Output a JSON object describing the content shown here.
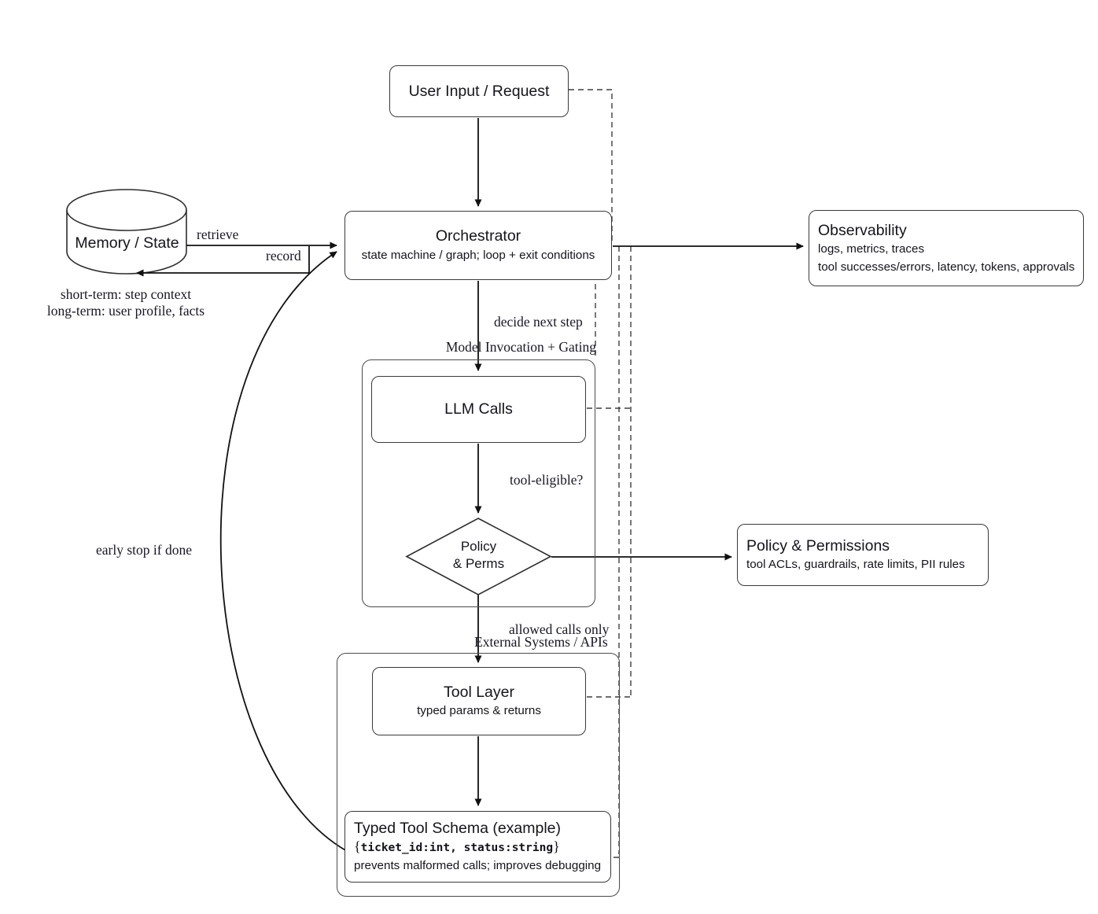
{
  "colors": {
    "ink": "#14141c",
    "line": "#111111",
    "border": "#3a3a3a",
    "dashed": "#3f3f3f"
  },
  "nodes": {
    "user_input": {
      "label": "User Input / Request"
    },
    "orchestrator": {
      "title": "Orchestrator",
      "subtitle": "state machine / graph; loop + exit conditions"
    },
    "memory": {
      "label": "Memory / State",
      "caption_line1": "short-term: step context",
      "caption_line2": "long-term: user profile, facts"
    },
    "observability": {
      "title": "Observability",
      "line1": "logs, metrics, traces",
      "line2": "tool successes/errors, latency, tokens, approvals"
    },
    "gating_container": {
      "label": "Model Invocation + Gating"
    },
    "llm_calls": {
      "label": "LLM Calls"
    },
    "policy_diamond": {
      "line1": "Policy",
      "line2": "& Perms"
    },
    "policy_permissions": {
      "title": "Policy & Permissions",
      "line1": "tool ACLs, guardrails, rate limits, PII rules"
    },
    "external_container": {
      "label": "External Systems / APIs"
    },
    "tool_layer": {
      "title": "Tool Layer",
      "subtitle": "typed params & returns"
    },
    "typed_schema": {
      "title": "Typed Tool Schema (example)",
      "schema_open": "{",
      "schema_body": "ticket_id:int, status:string",
      "schema_close": "}",
      "note": "prevents malformed calls; improves debugging"
    }
  },
  "edge_labels": {
    "retrieve": "retrieve",
    "record": "record",
    "decide": "decide next step",
    "tool_eligible": "tool-eligible?",
    "allowed": "allowed calls only",
    "early_stop": "early stop if done"
  }
}
